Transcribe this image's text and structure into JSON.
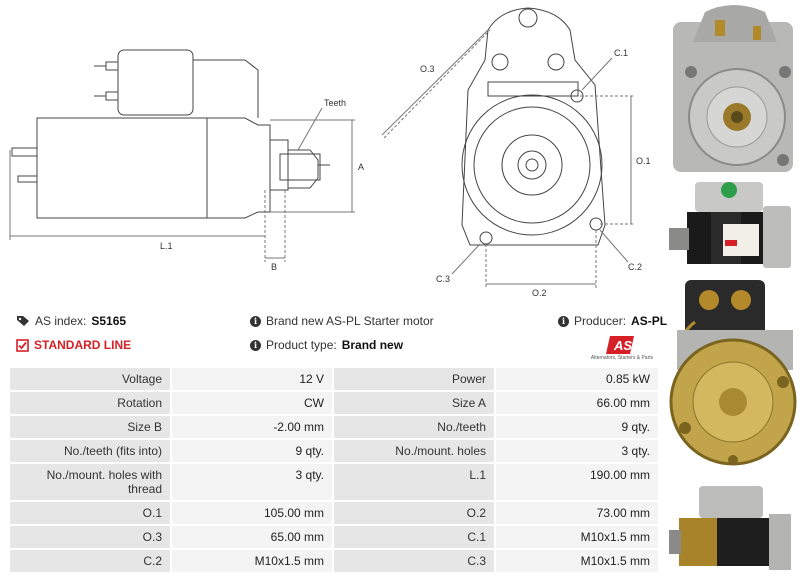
{
  "drawing": {
    "labels": {
      "teeth": "Teeth",
      "a": "A",
      "b": "B",
      "l1": "L.1",
      "o3": "O.3",
      "c1": "C.1",
      "o1": "O.1",
      "c3": "C.3",
      "c2": "C.2",
      "o2": "O.2"
    }
  },
  "info": {
    "as_index_label": "AS index:",
    "as_index_value": "S5165",
    "description": "Brand new AS-PL Starter motor",
    "producer_label": "Producer:",
    "producer_value": "AS-PL",
    "standard_line": "STANDARD LINE",
    "product_type_label": "Product type:",
    "product_type_value": "Brand new"
  },
  "logo": {
    "text": "AS",
    "tagline": "Alternators, Starters & Parts"
  },
  "specs": [
    {
      "k1": "Voltage",
      "v1": "12 V",
      "k2": "Power",
      "v2": "0.85 kW"
    },
    {
      "k1": "Rotation",
      "v1": "CW",
      "k2": "Size A",
      "v2": "66.00 mm"
    },
    {
      "k1": "Size B",
      "v1": "-2.00 mm",
      "k2": "No./teeth",
      "v2": "9 qty."
    },
    {
      "k1": "No./teeth (fits into)",
      "v1": "9 qty.",
      "k2": "No./mount. holes",
      "v2": "3 qty."
    },
    {
      "k1": "No./mount. holes with thread",
      "v1": "3 qty.",
      "k2": "L.1",
      "v2": "190.00 mm"
    },
    {
      "k1": "O.1",
      "v1": "105.00 mm",
      "k2": "O.2",
      "v2": "73.00 mm"
    },
    {
      "k1": "O.3",
      "v1": "65.00 mm",
      "k2": "C.1",
      "v2": "M10x1.5 mm"
    },
    {
      "k1": "C.2",
      "v1": "M10x1.5 mm",
      "k2": "C.3",
      "v2": "M10x1.5 mm"
    }
  ],
  "colors": {
    "accent_red": "#d62027",
    "label_cell": "#e6e6e6",
    "value_cell": "#f4f4f4"
  },
  "icons": [
    "tag-icon",
    "checkbox-icon",
    "info-icon"
  ]
}
